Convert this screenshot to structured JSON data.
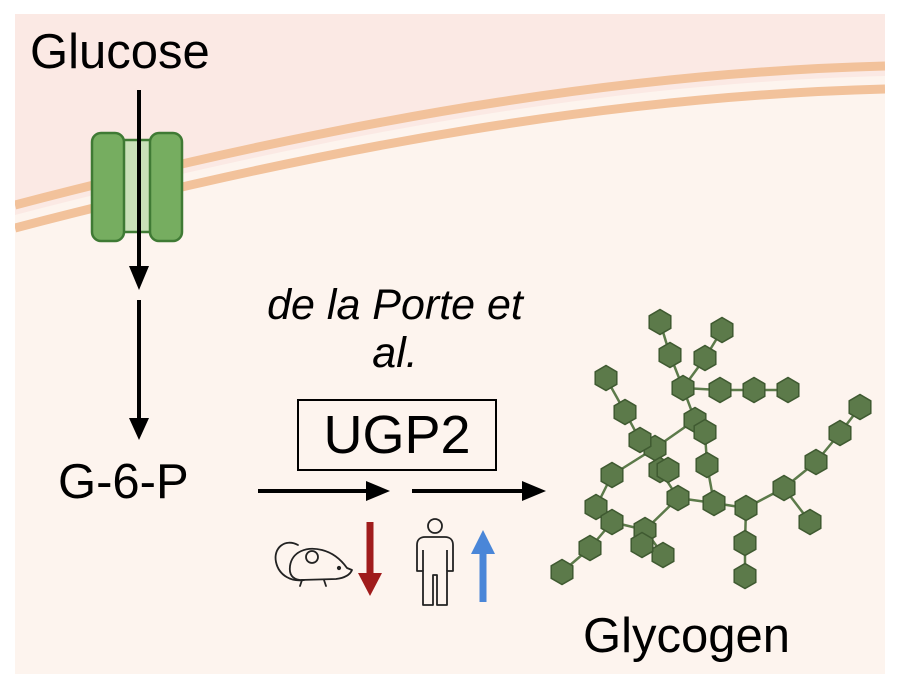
{
  "labels": {
    "glucose": "Glucose",
    "g6p": "G-6-P",
    "citation": "de la Porte et al.",
    "gene": "UGP2",
    "glycogen": "Glycogen"
  },
  "icons": {
    "transporter": "glucose-transporter-icon",
    "mouse": "mouse-icon",
    "human": "human-icon",
    "decrease": "down-arrow-icon",
    "increase": "up-arrow-icon",
    "glycogen": "glycogen-molecule-icon"
  },
  "colors": {
    "background": "#fdf4ee",
    "membrane": "#f2c29b",
    "transporter_fill": "#76ad60",
    "transporter_stroke": "#3f7a34",
    "glycogen": "#5c7a4a",
    "decrease_arrow": "#a01c1c",
    "increase_arrow": "#4a86d8"
  }
}
